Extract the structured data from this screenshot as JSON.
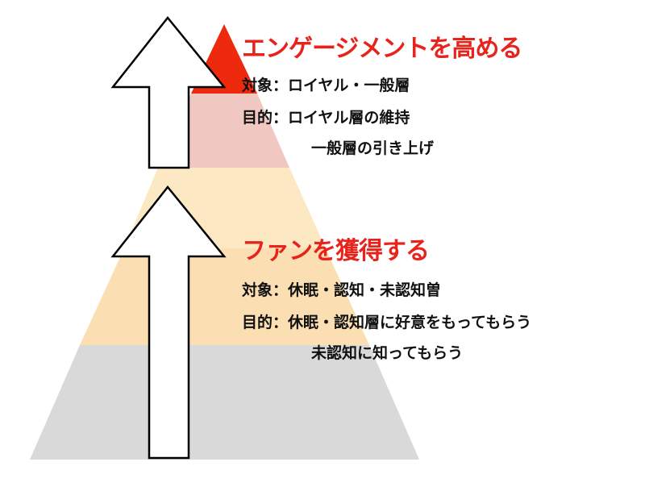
{
  "colors": {
    "tier_peak": "#ee2a0e",
    "tier_upper": "#f1c7c2",
    "tier_middle": "#fde8c4",
    "tier_lower": "#fbdfb3",
    "tier_base": "#d9d9d9",
    "heading": "#e8231c",
    "arrow_fill": "#ffffff",
    "arrow_stroke": "#000000"
  },
  "top_block": {
    "heading": "エンゲージメントを高める",
    "target_line": "対象：ロイヤル・一般層",
    "purpose_line": "目的：ロイヤル層の維持",
    "purpose_line_2": "一般層の引き上げ"
  },
  "bottom_block": {
    "heading": "ファンを獲得する",
    "target_line": "対象：休眠・認知・未認知曽",
    "purpose_line": "目的：休眠・認知層に好意をもってもらう",
    "purpose_line_2": "未認知に知ってもらう"
  }
}
